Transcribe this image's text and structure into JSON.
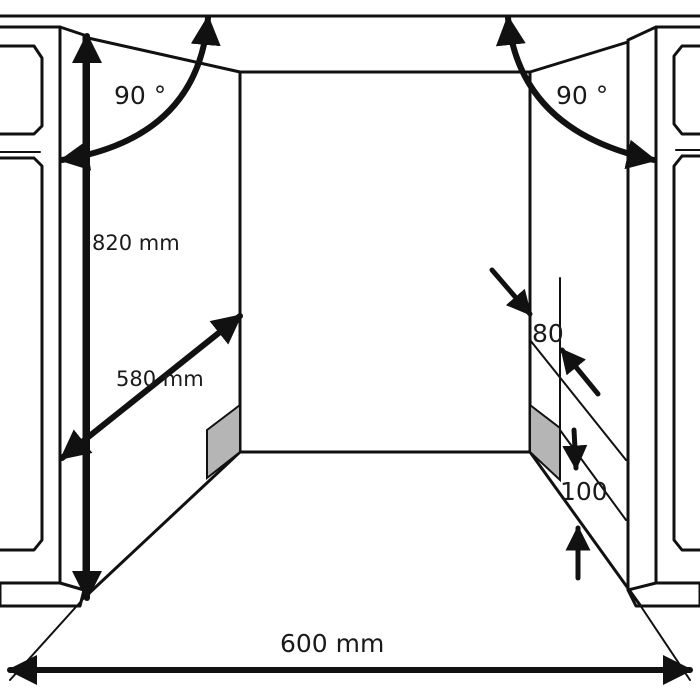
{
  "labels": {
    "angle_left": "90 °",
    "angle_right": "90 °",
    "height": "820 mm",
    "depth": "580 mm",
    "width": "600 mm",
    "gap_80": "80",
    "gap_100": "100"
  },
  "colors": {
    "line": "#111111",
    "plinth": "#b5b5b5",
    "background": "#ffffff"
  }
}
